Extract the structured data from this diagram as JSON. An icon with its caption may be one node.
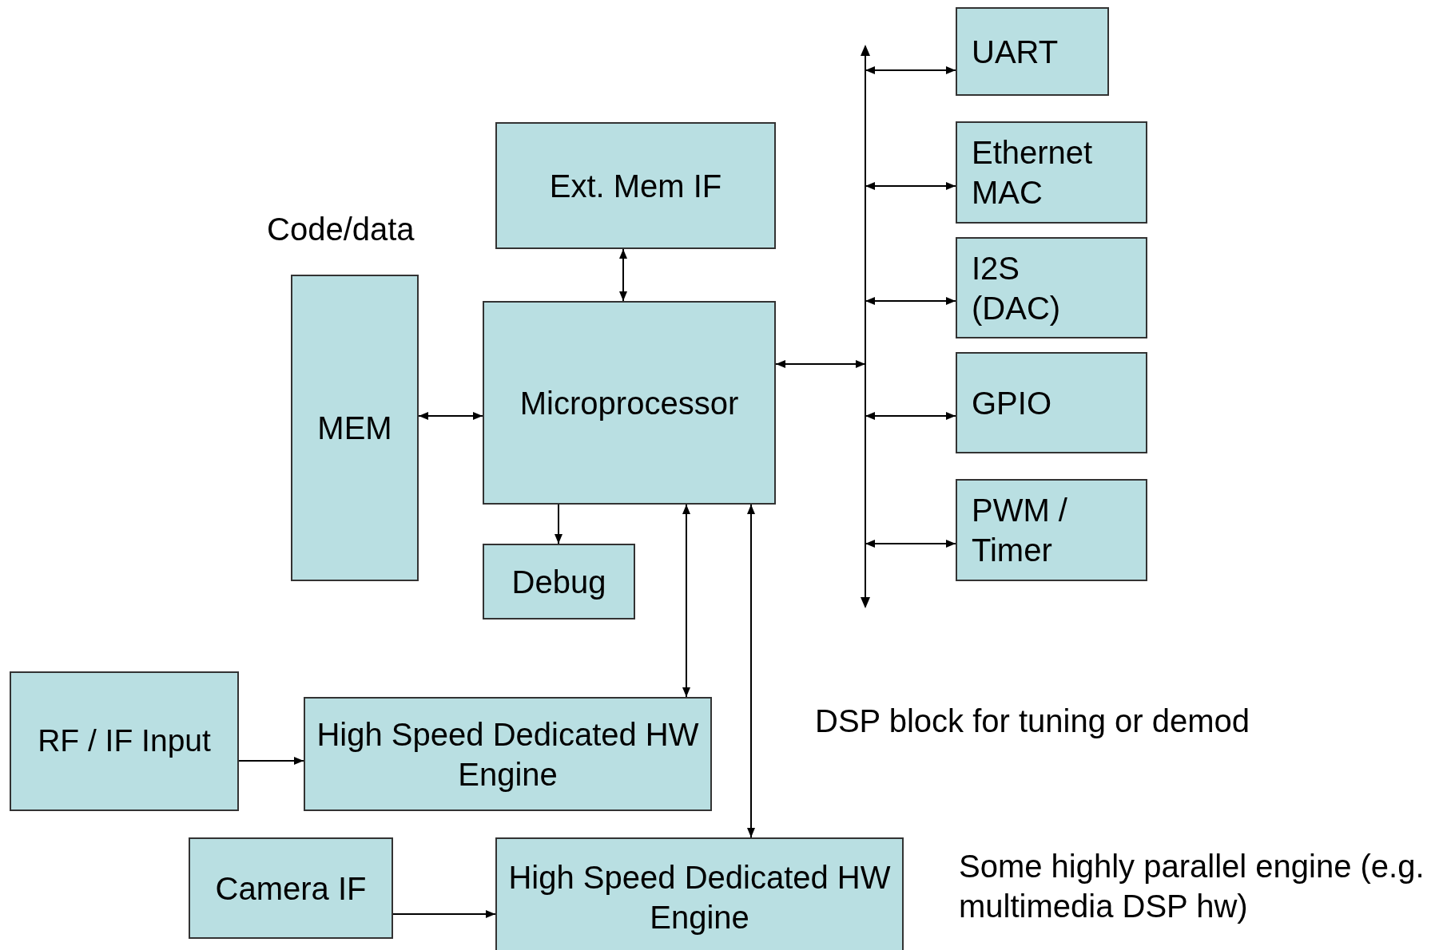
{
  "diagram": {
    "nodes": [
      {
        "text": [
          "UART"
        ]
      },
      {
        "text": [
          "Ext. Mem IF"
        ]
      },
      {
        "text": [
          "Ethernet MAC"
        ]
      },
      {
        "text": [
          "I2S (DAC)"
        ]
      },
      {
        "text": [
          "MEM"
        ]
      },
      {
        "text": [
          "Microprocessor"
        ]
      },
      {
        "text": [
          "GPIO"
        ]
      },
      {
        "text": [
          "PWM / Timer"
        ]
      },
      {
        "text": [
          "Debug"
        ]
      },
      {
        "text": [],
        "shape": "bar"
      },
      {
        "text": [
          "RF / IF Input"
        ]
      },
      {
        "text": [
          "High Speed Dedicated HW Engine"
        ],
        "beside": [
          "DSP block for tuning or demod"
        ]
      },
      {
        "text": [
          "Camera IF"
        ]
      },
      {
        "text": [
          "High Speed Dedicated HW Engine"
        ],
        "beside": [
          "Some highly parallel engine (e.g. multimedia DSP hw)"
        ]
      }
    ],
    "edges": [
      {
        "from": 1,
        "to": 5,
        "arrow": "both"
      },
      {
        "from": 4,
        "to": 5,
        "arrow": "both"
      },
      {
        "from": 5,
        "to": 8,
        "arrow": "to"
      },
      {
        "from": 5,
        "to": 9,
        "arrow": "both"
      },
      {
        "from": 9,
        "to": 0,
        "arrow": "both"
      },
      {
        "from": 9,
        "to": 2,
        "arrow": "both"
      },
      {
        "from": 9,
        "to": 3,
        "arrow": "both"
      },
      {
        "from": 9,
        "to": 6,
        "arrow": "both"
      },
      {
        "from": 9,
        "to": 7,
        "arrow": "both"
      },
      {
        "from": 5,
        "to": 11,
        "arrow": "both"
      },
      {
        "from": 5,
        "to": 13,
        "arrow": "both"
      },
      {
        "from": 10,
        "to": 11,
        "arrow": "to"
      },
      {
        "from": 12,
        "to": 13,
        "arrow": "to"
      }
    ],
    "labels": [
      "Code/data"
    ]
  }
}
